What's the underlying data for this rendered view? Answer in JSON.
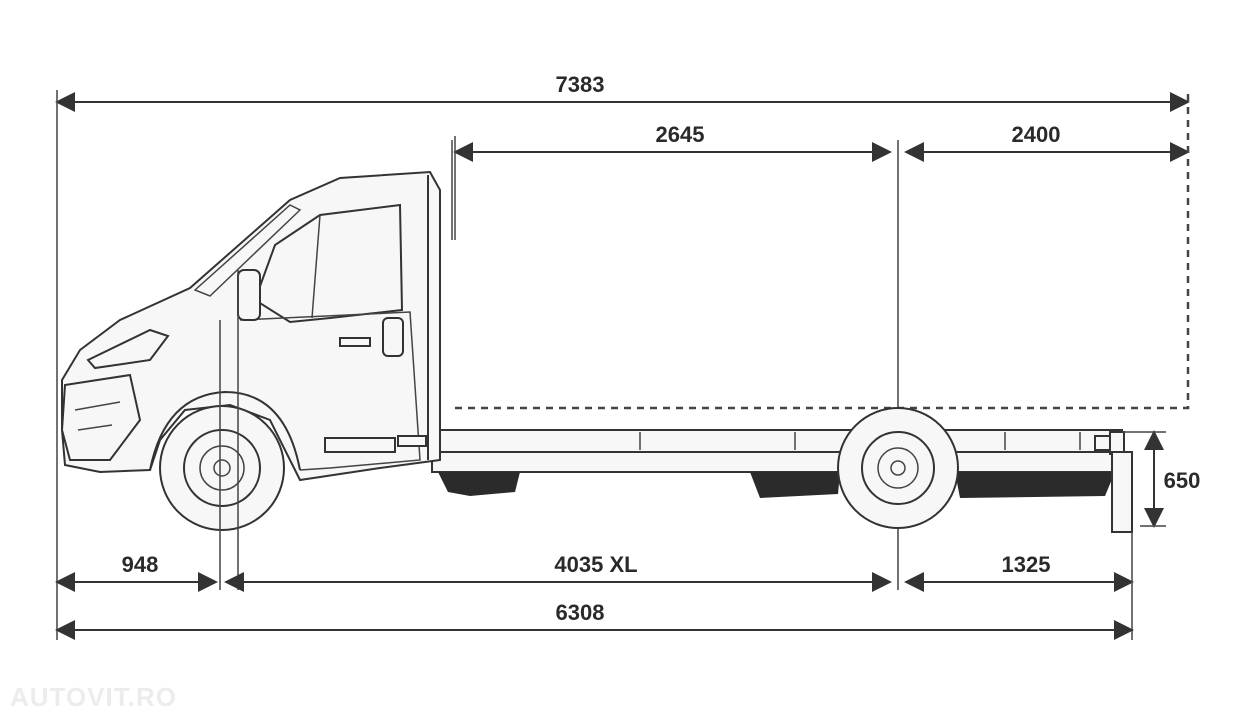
{
  "dimensions": {
    "overall_length": "7383",
    "body_length_front": "2645",
    "body_length_rear": "2400",
    "height_650": "650",
    "front_overhang": "948",
    "wheelbase": "4035 XL",
    "rear_overhang": "1325",
    "chassis_length": "6308"
  },
  "watermark": "AUTOVIT.RO"
}
